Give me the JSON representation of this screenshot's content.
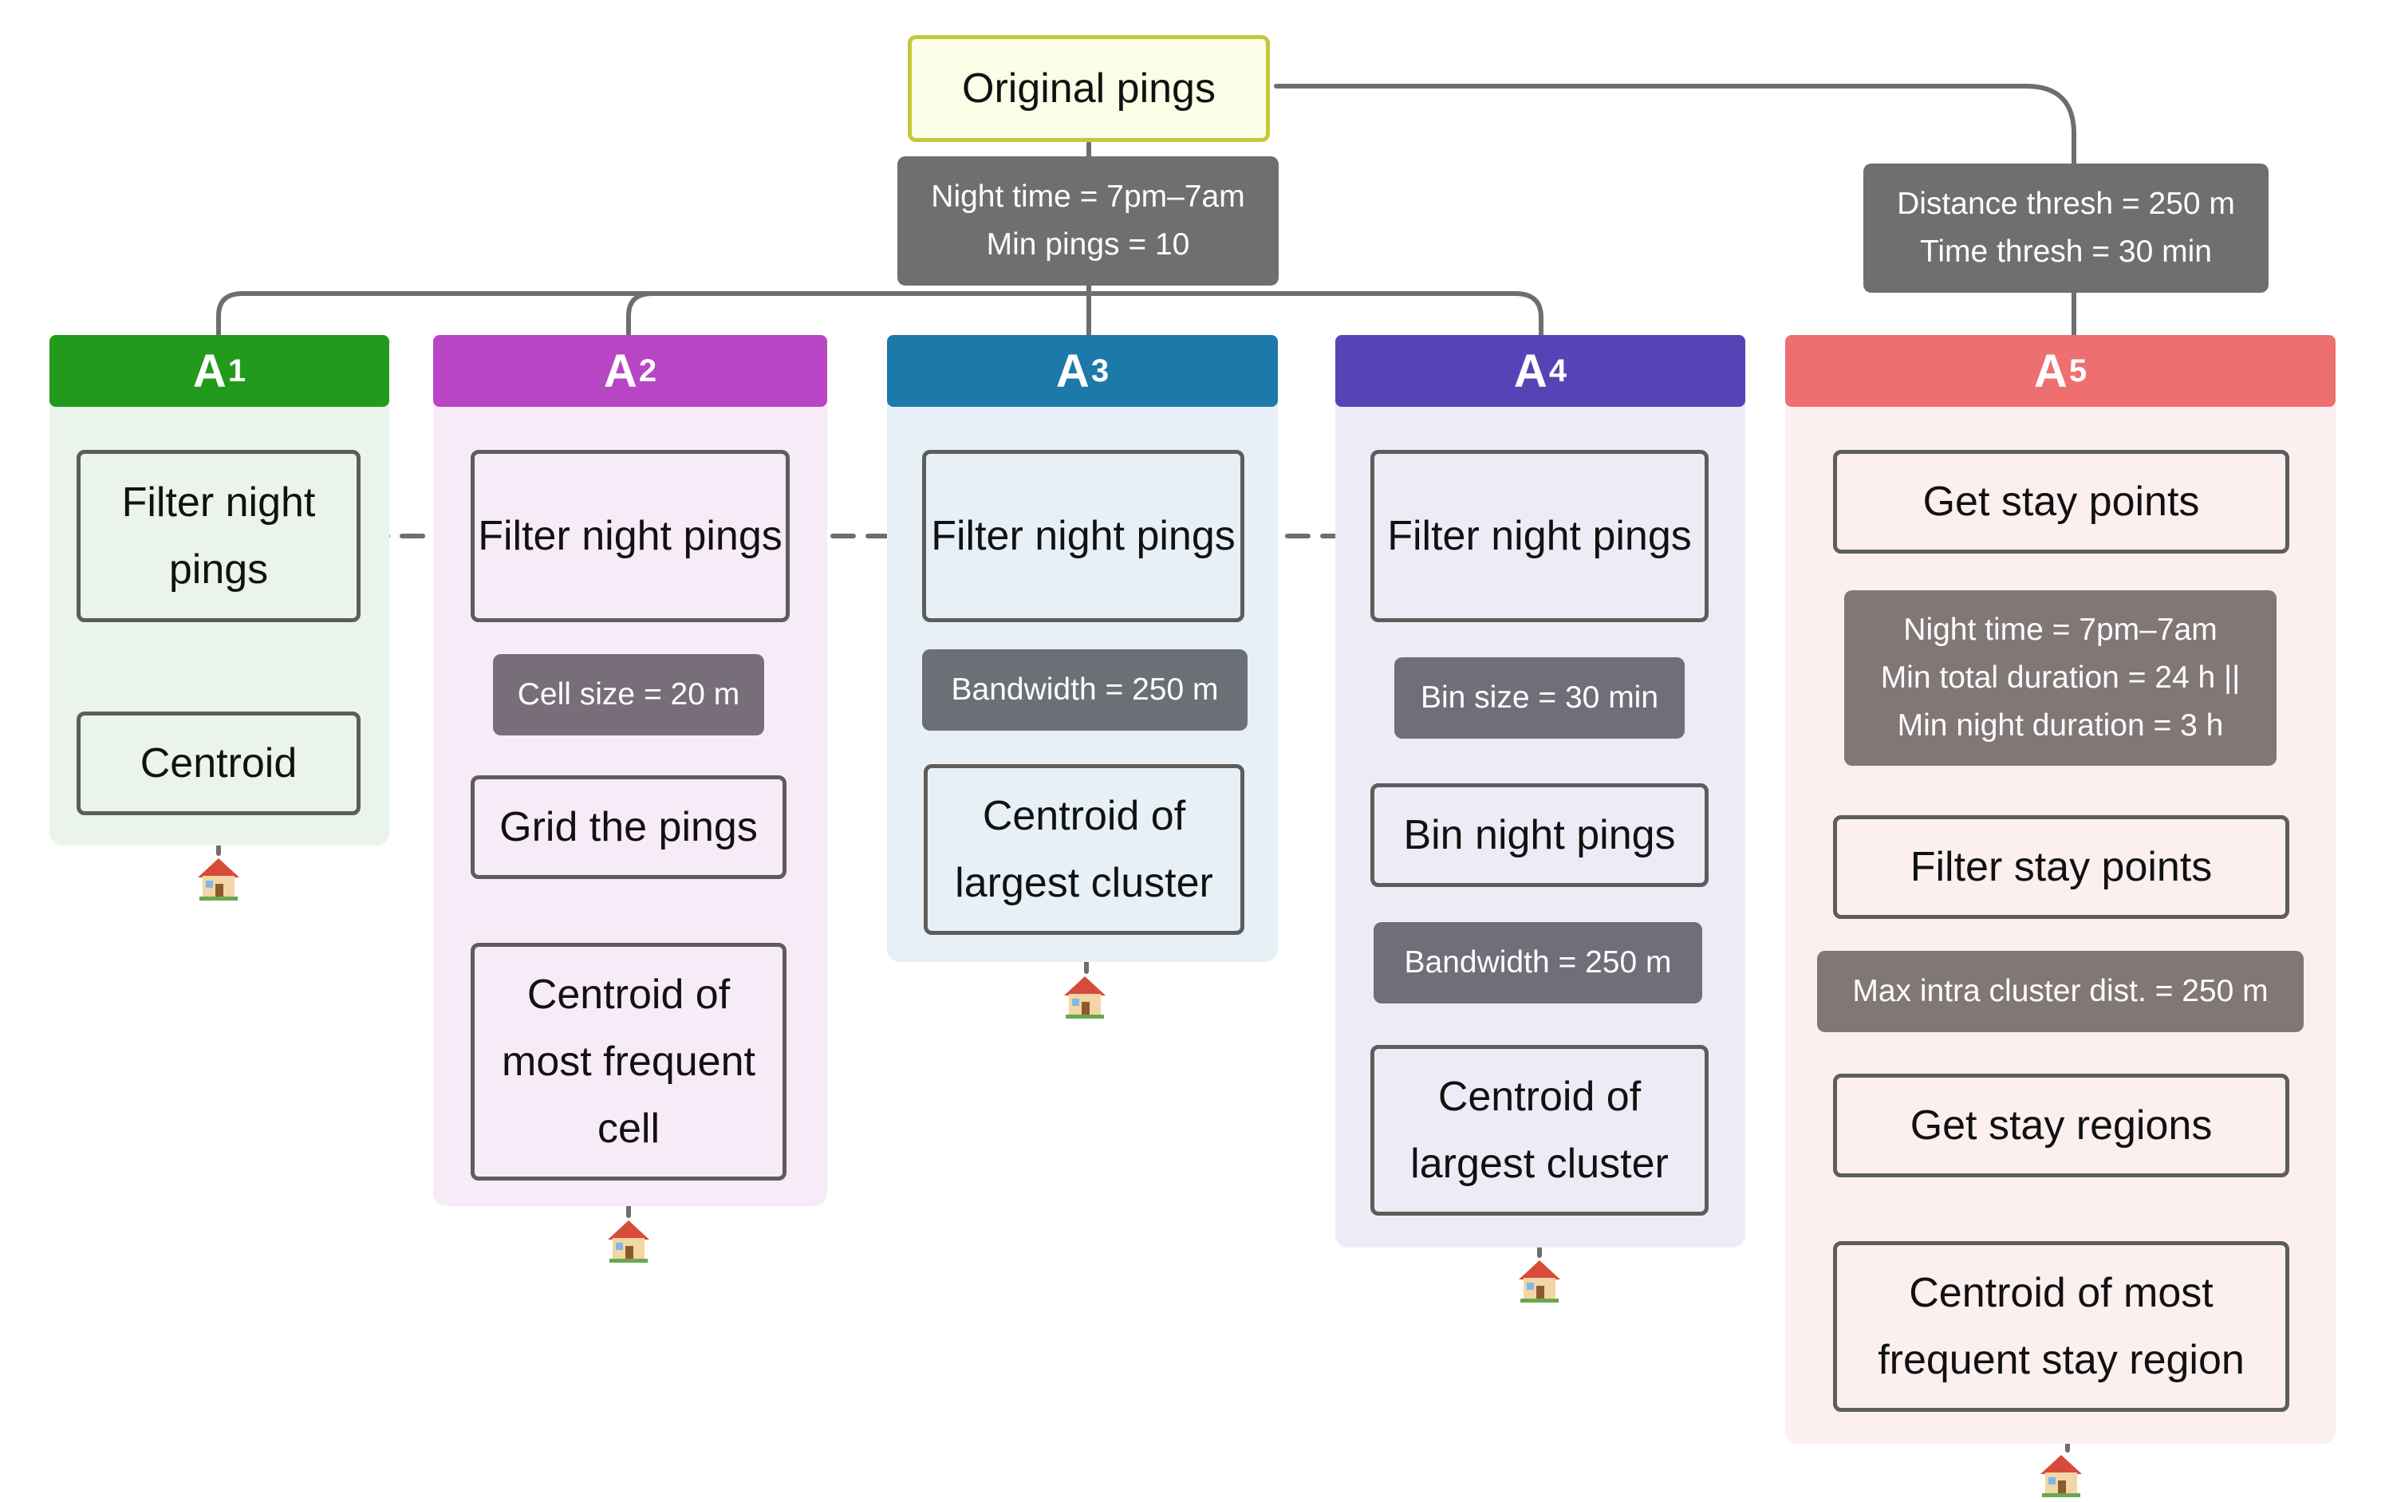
{
  "root": {
    "label": "Original pings"
  },
  "params": {
    "night": [
      "Night time = 7pm–7am",
      "Min pings = 10"
    ],
    "stay": [
      "Distance thresh = 250 m",
      "Time thresh = 30 min"
    ]
  },
  "columns": [
    {
      "id": "a1",
      "name": "A",
      "sub": "1",
      "color": "#229a1c",
      "steps": [
        "Filter night pings",
        "Centroid"
      ],
      "params": []
    },
    {
      "id": "a2",
      "name": "A",
      "sub": "2",
      "color": "#b845c4",
      "steps": [
        "Filter night pings",
        "Grid the pings",
        "Centroid of most frequent cell"
      ],
      "params": [
        "Cell size = 20 m"
      ]
    },
    {
      "id": "a3",
      "name": "A",
      "sub": "3",
      "color": "#1d79aa",
      "steps": [
        "Filter night pings",
        "Centroid of largest cluster"
      ],
      "params": [
        "Bandwidth = 250 m"
      ]
    },
    {
      "id": "a4",
      "name": "A",
      "sub": "4",
      "color": "#5544b5",
      "steps": [
        "Filter night pings",
        "Bin night pings",
        "Centroid of largest cluster"
      ],
      "params": [
        "Bin size = 30 min",
        "Bandwidth = 250 m"
      ]
    },
    {
      "id": "a5",
      "name": "A",
      "sub": "5",
      "color": "#ee6f70",
      "steps": [
        "Get stay points",
        "Filter stay points",
        "Get stay regions",
        "Centroid of most frequent stay region"
      ],
      "params": [
        "Night time = 7pm–7am\nMin total duration = 24 h ||\nMin night duration = 3 h",
        "Max intra cluster dist. = 250 m"
      ]
    }
  ],
  "colors": {
    "line": "#6e6e6e",
    "param_dark": "#6f6f6f",
    "root_fill": "#fbfde6",
    "root_border": "#c4c83a"
  }
}
